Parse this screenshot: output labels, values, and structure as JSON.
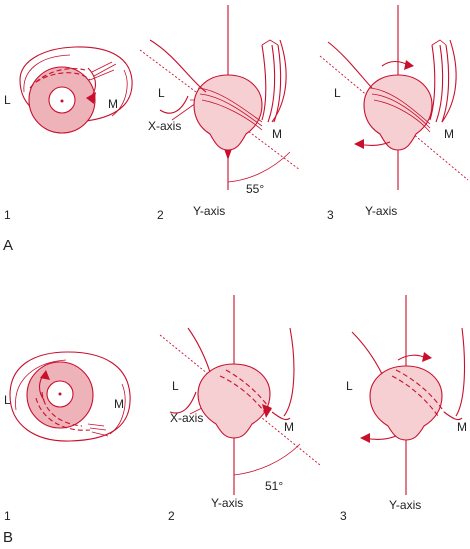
{
  "panels": {
    "A": {
      "letter": "A",
      "subfig1": {
        "number": "1",
        "lateral": "L",
        "medial": "M"
      },
      "subfig2": {
        "number": "2",
        "lateral": "L",
        "medial": "M",
        "x_axis": "X-axis",
        "y_axis": "Y-axis",
        "angle": "55°"
      },
      "subfig3": {
        "number": "3",
        "lateral": "L",
        "medial": "M",
        "y_axis": "Y-axis"
      }
    },
    "B": {
      "letter": "B",
      "subfig1": {
        "number": "1",
        "lateral": "L",
        "medial": "M"
      },
      "subfig2": {
        "number": "2",
        "lateral": "L",
        "medial": "M",
        "x_axis": "X-axis",
        "y_axis": "Y-axis",
        "angle": "51°"
      },
      "subfig3": {
        "number": "3",
        "lateral": "L",
        "medial": "M",
        "y_axis": "Y-axis"
      }
    }
  },
  "colors": {
    "line": "#c8102e",
    "globe_fill": "#f6cfd2",
    "iris_fill": "#eeb3b8"
  }
}
